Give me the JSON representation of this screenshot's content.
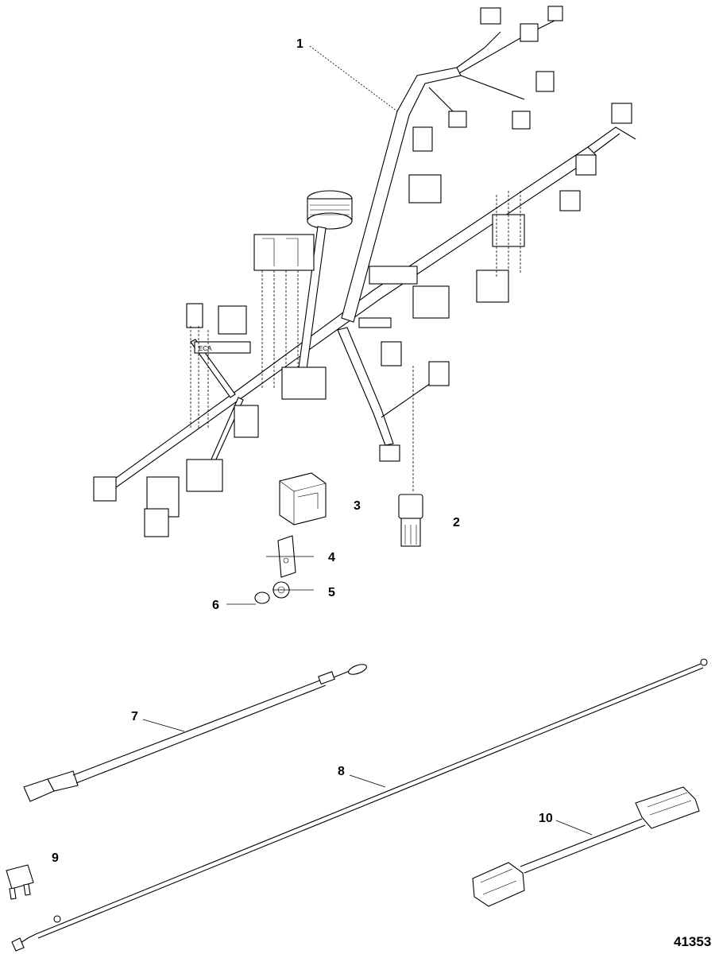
{
  "callouts": {
    "c1": "1",
    "c2": "2",
    "c3": "3",
    "c4": "4",
    "c5": "5",
    "c6": "6",
    "c7": "7",
    "c8": "8",
    "c9": "9",
    "c10": "10"
  },
  "figure_number": "41353",
  "harness_tag": "ECA"
}
